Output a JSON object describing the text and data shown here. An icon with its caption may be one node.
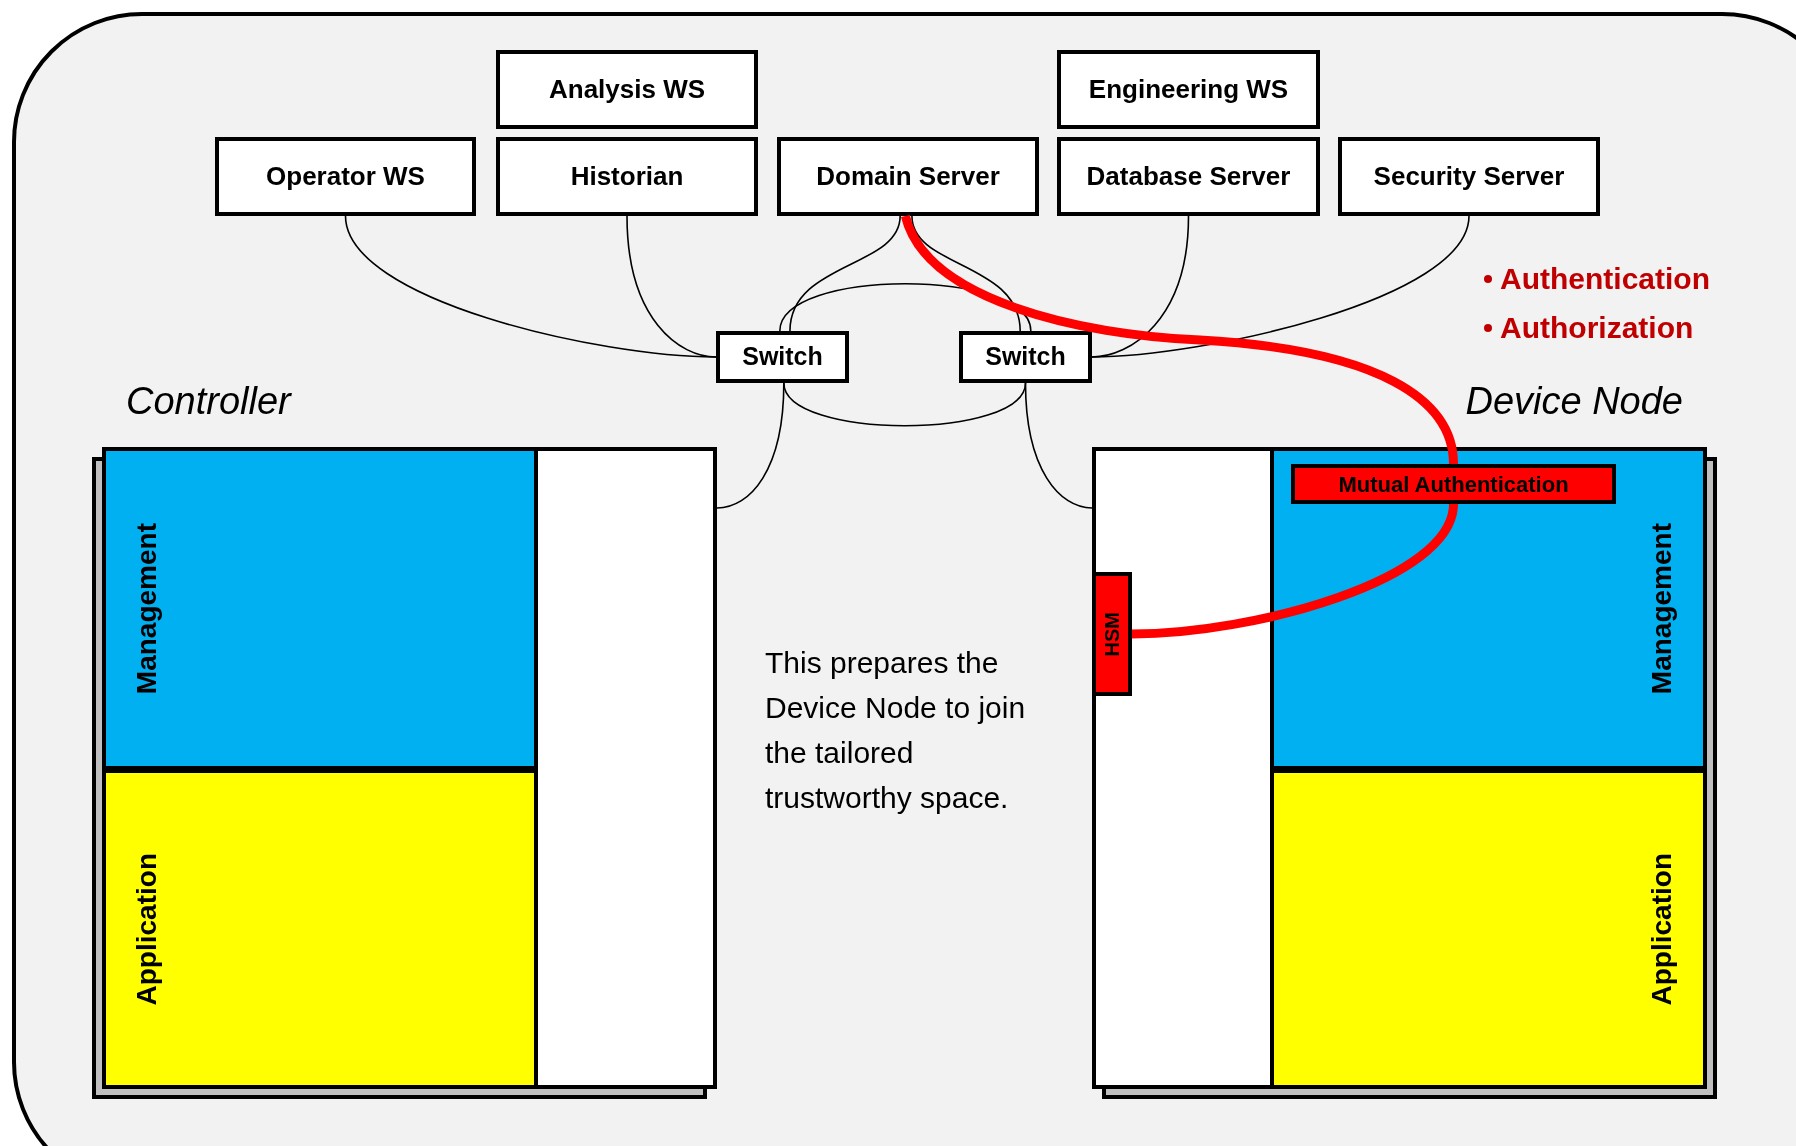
{
  "diagram": {
    "nodes": [
      {
        "text": [
          "Analysis WS"
        ]
      },
      {
        "text": [
          "Operator WS"
        ]
      },
      {
        "text": [
          "Historian"
        ]
      },
      {
        "text": [
          "Domain Server"
        ]
      },
      {
        "text": [
          "Engineering WS"
        ]
      },
      {
        "text": [
          "Database Server"
        ]
      },
      {
        "text": [
          "Security Server"
        ]
      },
      {
        "text": [
          "Switch"
        ]
      },
      {
        "text": [
          "Switch"
        ]
      },
      {
        "text": [
          "Controller"
        ]
      },
      {
        "text": [
          "Management"
        ],
        "in": 9
      },
      {
        "text": [
          "Application"
        ],
        "in": 9
      },
      {
        "text": [
          "Device Node"
        ]
      },
      {
        "text": [
          "Management"
        ],
        "in": 12
      },
      {
        "text": [
          "Mutual Authentication"
        ],
        "in": 13
      },
      {
        "text": [
          "HSM"
        ],
        "in": 12
      },
      {
        "text": [
          "Application"
        ],
        "in": 12
      }
    ],
    "edges": [
      {
        "from": 1,
        "to": 7,
        "arrow": "none"
      },
      {
        "from": 2,
        "to": 7,
        "arrow": "none"
      },
      {
        "from": 3,
        "to": 7,
        "arrow": "none"
      },
      {
        "from": 3,
        "to": 8,
        "arrow": "none"
      },
      {
        "from": 7,
        "to": 8,
        "arrow": "none"
      },
      {
        "from": 7,
        "to": 8,
        "arrow": "none"
      },
      {
        "from": 5,
        "to": 8,
        "arrow": "none"
      },
      {
        "from": 6,
        "to": 8,
        "arrow": "none"
      },
      {
        "from": 7,
        "to": 9,
        "arrow": "none"
      },
      {
        "from": 8,
        "to": 12,
        "arrow": "none"
      },
      {
        "from": 3,
        "to": 14,
        "arrow": "none",
        "style": "thick",
        "color": "#ff0000"
      },
      {
        "from": 14,
        "to": 15,
        "arrow": "none",
        "style": "thick",
        "color": "#ff0000"
      }
    ],
    "labels": [
      "Authentication",
      "Authorization",
      "This prepares the Device Node to join the tailored trustworthy space."
    ]
  }
}
